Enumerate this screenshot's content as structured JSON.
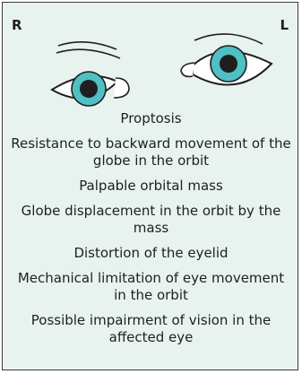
{
  "labels": {
    "right_side": "R",
    "left_side": "L"
  },
  "colors": {
    "panel_bg": "#e8f3f0",
    "iris": "#4fc0c4",
    "pupil": "#1f1f1f",
    "mass": "#ffffff"
  },
  "features": [
    "Proptosis",
    "Resistance to backward movement of the globe in the orbit",
    "Palpable orbital mass",
    "Globe displacement in the orbit by the mass",
    "Distortion of the eyelid",
    "Mechanical limitation of eye movement in the orbit",
    "Possible impairment of vision in the affected eye"
  ]
}
